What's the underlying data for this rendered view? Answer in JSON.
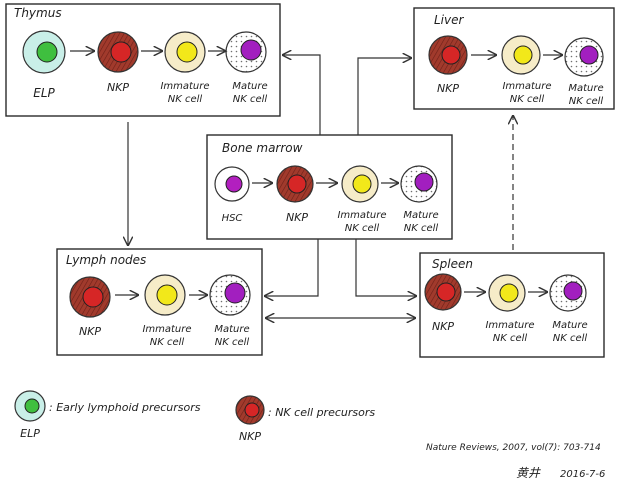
{
  "diagram": {
    "thymus": {
      "title": "Thymus",
      "cells": [
        "ELP",
        "NKP",
        "Immature",
        "NK cell",
        "Mature",
        "NK cell"
      ]
    },
    "liver": {
      "title": "Liver",
      "cells": [
        "NKP",
        "Immature",
        "NK cell",
        "Mature",
        "NK cell"
      ]
    },
    "bone_marrow": {
      "title": "Bone marrow",
      "cells": [
        "HSC",
        "NKP",
        "Immature",
        "NK cell",
        "Mature",
        "NK cell"
      ]
    },
    "lymph_nodes": {
      "title": "Lymph nodes",
      "cells": [
        "NKP",
        "Immature",
        "NK cell",
        "Mature",
        "NK cell"
      ]
    },
    "spleen": {
      "title": "Spleen",
      "cells": [
        "NKP",
        "Immature",
        "NK cell",
        "Mature",
        "NK cell"
      ]
    }
  },
  "legend": {
    "elp_text": ": Early lymphoid precursors",
    "elp_label": "ELP",
    "nkp_text": ": NK cell precursors",
    "nkp_label": "NKP"
  },
  "citation": "Nature Reviews, 2007, vol(7): 703-714",
  "signature": {
    "name": "黄井",
    "date": "2016-7-6"
  },
  "colors": {
    "elp_outer": "#c9efe8",
    "elp_inner": "#3fbf3f",
    "nkp_outer": "#9c3a2e",
    "nkp_inner": "#d62626",
    "immature_outer": "#f6ecc8",
    "immature_inner": "#f2e81a",
    "mature_inner": "#a21fbf",
    "hsc_inner": "#b21fbf"
  }
}
